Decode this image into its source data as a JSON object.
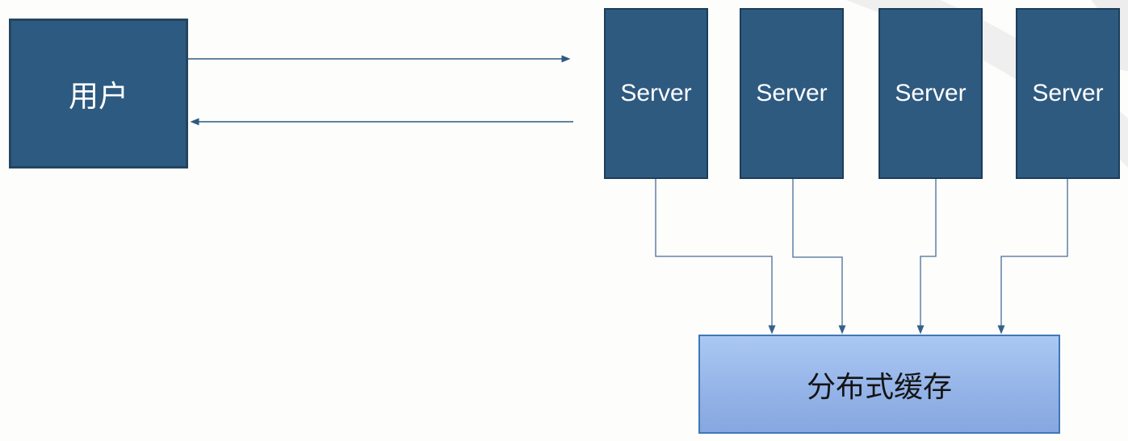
{
  "diagram": {
    "title": "user-servers-distributed-cache-architecture",
    "user": {
      "label": "用户"
    },
    "servers": [
      {
        "label": "Server"
      },
      {
        "label": "Server"
      },
      {
        "label": "Server"
      },
      {
        "label": "Server"
      }
    ],
    "cache": {
      "label": "分布式缓存"
    },
    "colors": {
      "node_fill": "#2e5a80",
      "node_border": "#1d3d59",
      "user_border": "#24455e",
      "cache_fill_top": "#abc8f3",
      "cache_fill_bottom": "#86a7e0",
      "cache_border": "#3d78b8",
      "arrow": "#2e5a80",
      "connector": "#4a6d96",
      "watermark": "#efefef",
      "node_text": "#ffffff",
      "cache_text": "#141414"
    }
  }
}
